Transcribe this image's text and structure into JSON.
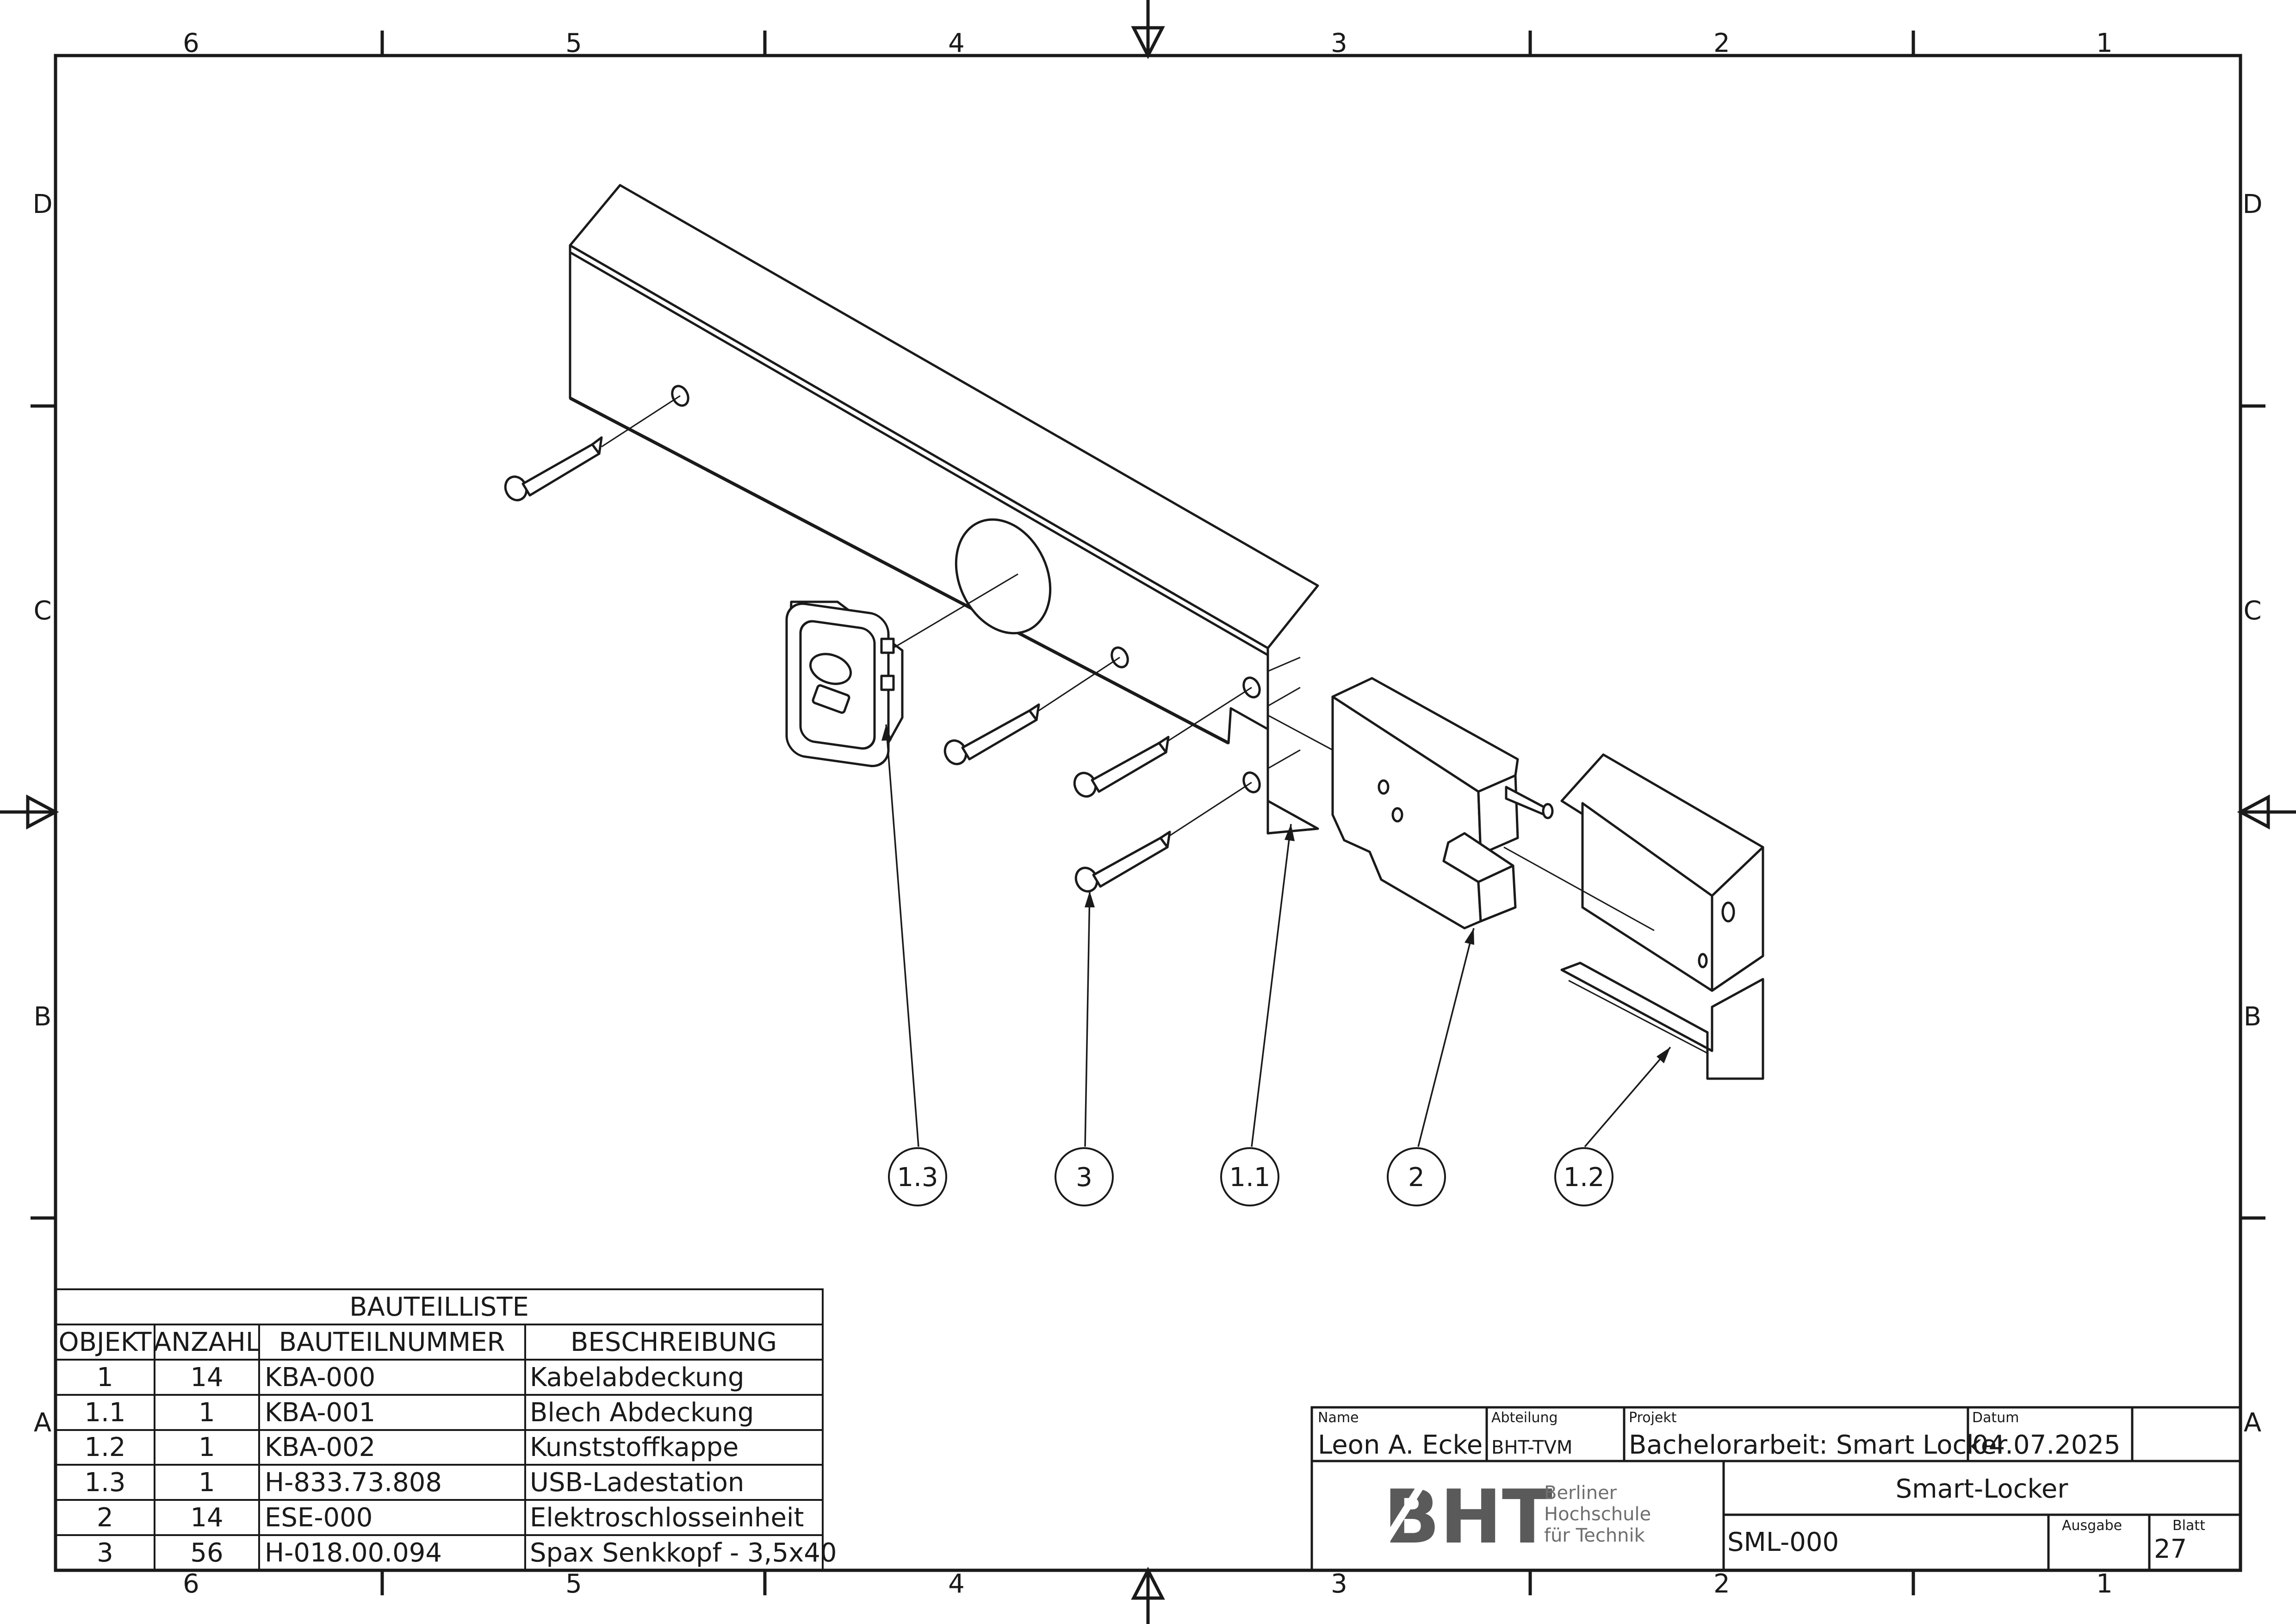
{
  "frame": {
    "columns": [
      "6",
      "5",
      "4",
      "3",
      "2",
      "1"
    ],
    "rows": [
      "D",
      "C",
      "B",
      "A"
    ]
  },
  "balloons": [
    "1.3",
    "3",
    "1.1",
    "2",
    "1.2"
  ],
  "bom": {
    "title": "BAUTEILLISTE",
    "headers": [
      "OBJEKT",
      "ANZAHL",
      "BAUTEILNUMMER",
      "BESCHREIBUNG"
    ],
    "rows": [
      [
        "1",
        "14",
        "KBA-000",
        "Kabelabdeckung"
      ],
      [
        "1.1",
        "1",
        "KBA-001",
        "Blech Abdeckung"
      ],
      [
        "1.2",
        "1",
        "KBA-002",
        "Kunststoffkappe"
      ],
      [
        "1.3",
        "1",
        "H-833.73.808",
        "USB-Ladestation"
      ],
      [
        "2",
        "14",
        "ESE-000",
        "Elektroschlosseinheit"
      ],
      [
        "3",
        "56",
        "H-018.00.094",
        "Spax Senkkopf - 3,5x40"
      ]
    ]
  },
  "title_block": {
    "name_label": "Name",
    "name": "Leon A. Ecke",
    "department_label": "Abteilung",
    "department": "BHT-TVM",
    "project_label": "Projekt",
    "project": "Bachelorarbeit: Smart Locker",
    "date_label": "Datum",
    "date": "04.07.2025",
    "logo_text": "BHT",
    "logo_sub": [
      "Berliner",
      "Hochschule",
      "für Technik"
    ],
    "drawing_title": "Smart-Locker",
    "drawing_number": "SML-000",
    "issue_label": "Ausgabe",
    "issue": "",
    "sheet_label": "Blatt",
    "sheet": "27"
  }
}
